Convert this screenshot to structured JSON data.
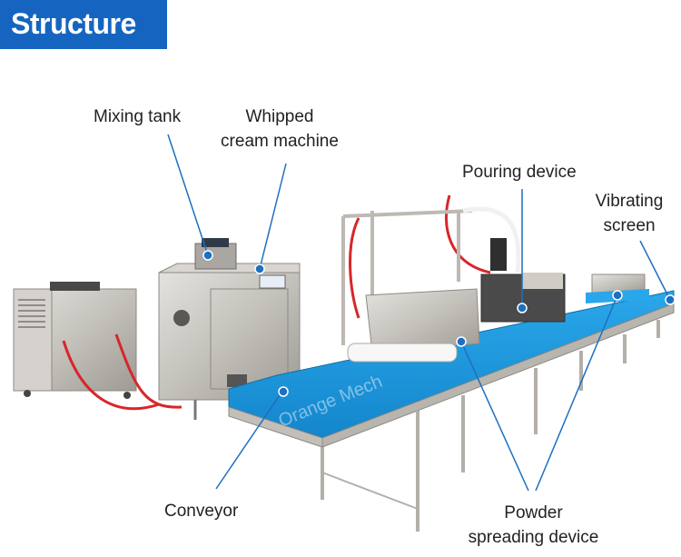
{
  "header": {
    "title": "Structure"
  },
  "labels": {
    "mixing_tank": "Mixing tank",
    "whipped_line1": "Whipped",
    "whipped_line2": "cream machine",
    "pouring_device": "Pouring device",
    "vibrating_line1": "Vibrating",
    "vibrating_line2": "screen",
    "conveyor": "Conveyor",
    "powder_line1": "Powder",
    "powder_line2": "spreading device"
  },
  "watermark": "Orange Mech",
  "colors": {
    "title_bg": "#1565c0",
    "belt": "#1e9be0",
    "callout": "#1e6fc0",
    "steel": "#c9c6c0",
    "hose": "#d8262a"
  }
}
